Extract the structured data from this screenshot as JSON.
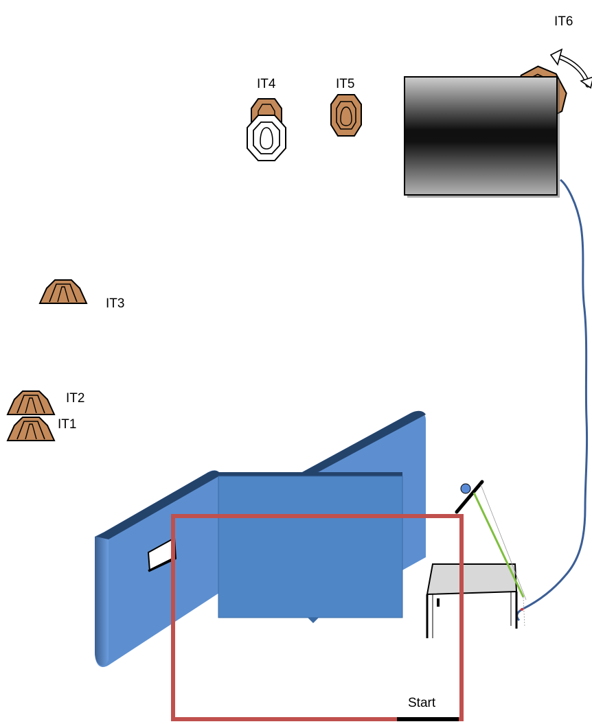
{
  "targets": {
    "it1": {
      "label": "IT1"
    },
    "it2": {
      "label": "IT2"
    },
    "it3": {
      "label": "IT3"
    },
    "it4": {
      "label": "IT4"
    },
    "it5": {
      "label": "IT5"
    },
    "it6": {
      "label": "IT6"
    }
  },
  "start": {
    "label": "Start"
  },
  "colors": {
    "target_fill": "#c48a5a",
    "wall_blue": "#5a8fd6",
    "wall_dark": "#2b4a73",
    "shooting_box": "#c0504d",
    "rope": "#3b5e95",
    "barrel_dark": "#1a1a1a"
  }
}
